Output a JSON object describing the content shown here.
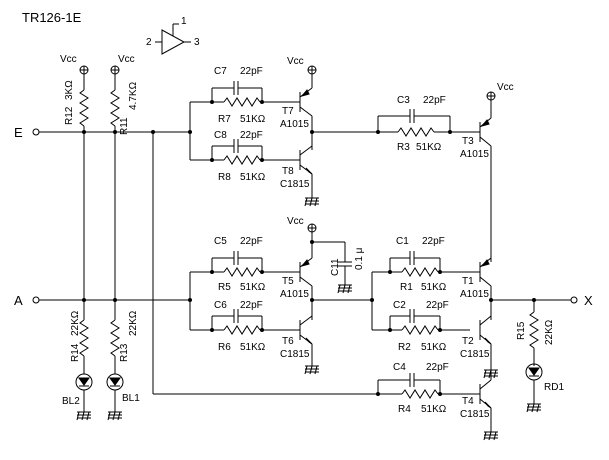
{
  "title": "TR126-1E",
  "symbol_pins": {
    "p1": "1",
    "p2": "2",
    "p3": "3"
  },
  "vcc": "Vcc",
  "io": {
    "e": "E",
    "a": "A",
    "x": "X"
  },
  "r12": {
    "ref": "R12",
    "val": "3KΩ"
  },
  "r11": {
    "ref": "R11",
    "val": "4.7KΩ"
  },
  "r14": {
    "ref": "R14",
    "val": "22KΩ"
  },
  "r13": {
    "ref": "R13",
    "val": "22KΩ"
  },
  "bl2": "BL2",
  "bl1": "BL1",
  "c7": {
    "ref": "C7",
    "val": "22pF"
  },
  "r7": {
    "ref": "R7",
    "val": "51KΩ"
  },
  "c8": {
    "ref": "C8",
    "val": "22pF"
  },
  "r8": {
    "ref": "R8",
    "val": "51KΩ"
  },
  "t7": {
    "ref": "T7",
    "part": "A1015"
  },
  "t8": {
    "ref": "T8",
    "part": "C1815"
  },
  "c3": {
    "ref": "C3",
    "val": "22pF"
  },
  "r3": {
    "ref": "R3",
    "val": "51KΩ"
  },
  "t3": {
    "ref": "T3",
    "part": "A1015"
  },
  "c5": {
    "ref": "C5",
    "val": "22pF"
  },
  "r5": {
    "ref": "R5",
    "val": "51KΩ"
  },
  "c6": {
    "ref": "C6",
    "val": "22pF"
  },
  "r6": {
    "ref": "R6",
    "val": "51KΩ"
  },
  "t5": {
    "ref": "T5",
    "part": "A1015"
  },
  "t6": {
    "ref": "T6",
    "part": "C1815"
  },
  "c11": {
    "ref": "C11",
    "val": "0.1 μ"
  },
  "c1": {
    "ref": "C1",
    "val": "22pF"
  },
  "r1": {
    "ref": "R1",
    "val": "51KΩ"
  },
  "c2": {
    "ref": "C2",
    "val": "22pF"
  },
  "r2": {
    "ref": "R2",
    "val": "51KΩ"
  },
  "t1": {
    "ref": "T1",
    "part": "A1015"
  },
  "t2": {
    "ref": "T2",
    "part": "C1815"
  },
  "c4": {
    "ref": "C4",
    "val": "22pF"
  },
  "r4": {
    "ref": "R4",
    "val": "51KΩ"
  },
  "t4": {
    "ref": "T4",
    "part": "C1815"
  },
  "r15": {
    "ref": "R15",
    "val": "22KΩ"
  },
  "rd1": "RD1"
}
